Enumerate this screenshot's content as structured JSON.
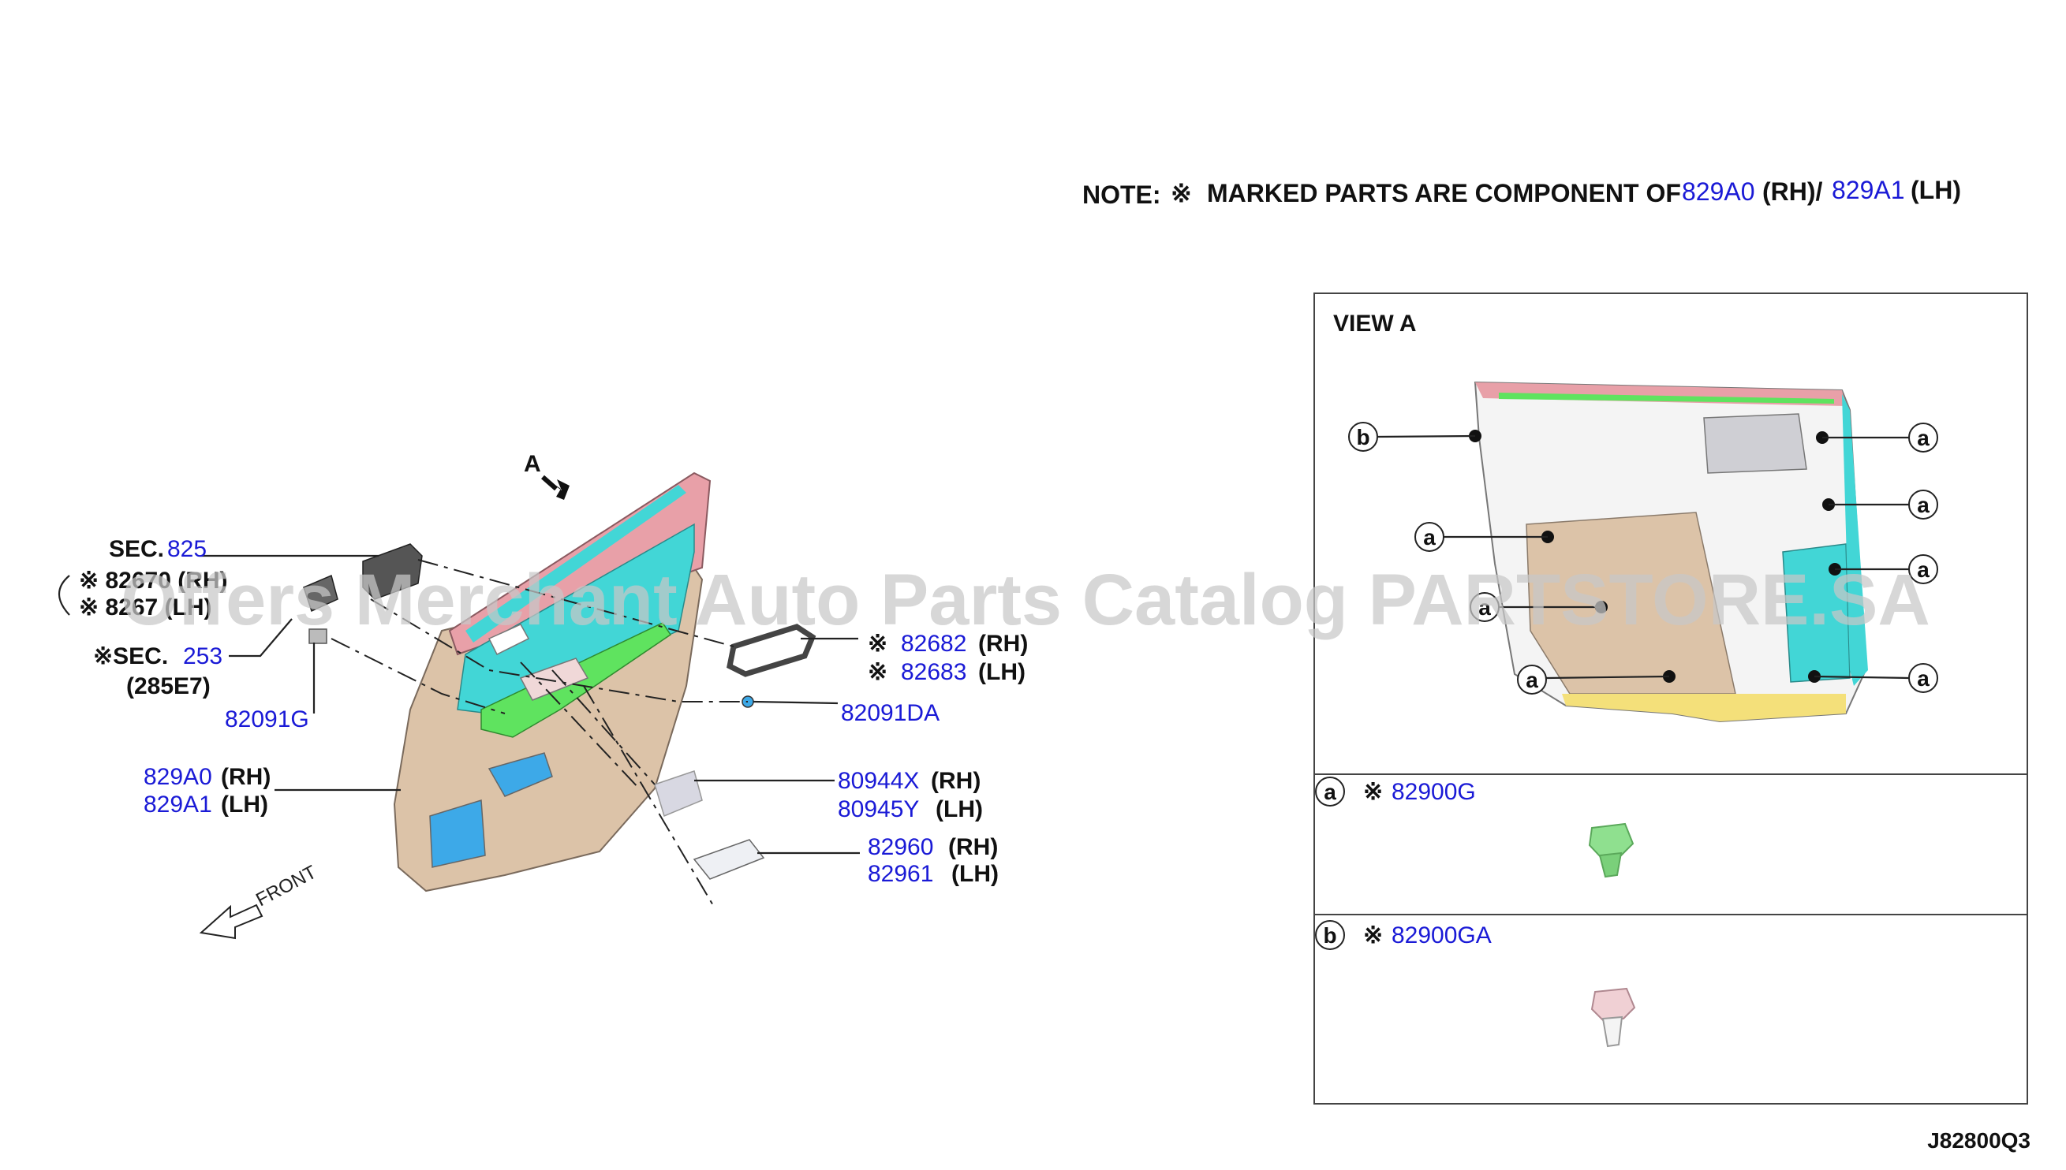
{
  "note": {
    "prefix": "NOTE:",
    "sym": "※",
    "text": "MARKED PARTS ARE COMPONENT OF",
    "p1": "829A0",
    "rh": "(RH)/",
    "p2": "829A1",
    "lh": "(LH)"
  },
  "arrow_label": "A",
  "front_label": "FRONT",
  "callouts": {
    "sec825_prefix": "SEC.",
    "sec825_num": "825",
    "p82670": "※ 82670 (RH)",
    "p8267": "※ 8267 (LH)",
    "sec253_prefix": "※SEC.",
    "sec253_num": "253",
    "p285e7": "(285E7)",
    "p82091g": "82091G",
    "p829a0": "829A0",
    "p829a1": "829A1",
    "rh": "(RH)",
    "lh": "(LH)",
    "sym": "※",
    "p82682": "82682",
    "p82683": "82683",
    "p82091da": "82091DA",
    "p80944x": "80944X",
    "p80945y": "80945Y",
    "p82960": "82960",
    "p82961": "82961"
  },
  "view_a": {
    "title": "VIEW A",
    "clip_a": "a",
    "clip_b": "b",
    "clip_a_part": "82900G",
    "clip_b_part": "82900GA",
    "sym": "※"
  },
  "diagram_id": "J82800Q3",
  "watermark": "Offers Merchant Auto Parts Catalog PARTSTORE.SA",
  "colors": {
    "panel_beige": "#dcc3a8",
    "cyan": "#42d6d6",
    "green": "#5fe35f",
    "pink": "#e8a0a8",
    "blue_part": "#1a1ad6"
  }
}
